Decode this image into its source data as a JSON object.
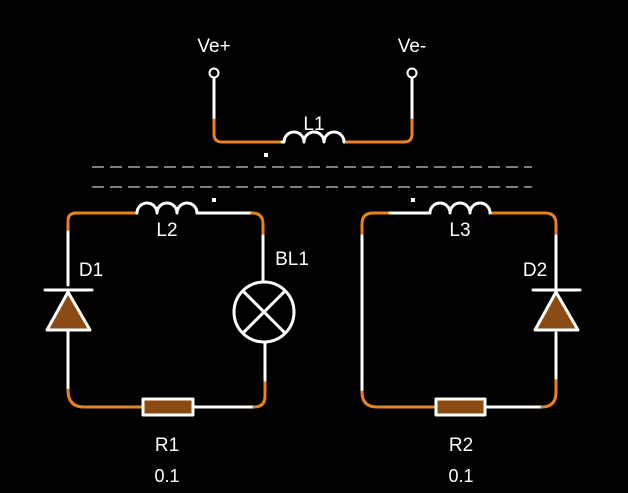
{
  "terminals": {
    "positive": "Ve+",
    "negative": "Ve-"
  },
  "components": {
    "l1": "L1",
    "l2": "L2",
    "l3": "L3",
    "d1": "D1",
    "d2": "D2",
    "bl1": "BL1",
    "r1": {
      "name": "R1",
      "value": "0.1"
    },
    "r2": {
      "name": "R2",
      "value": "0.1"
    }
  },
  "colors": {
    "background": "#000000",
    "wire": "#ffffff",
    "wire_active": "#e8821e",
    "component_fill": "#8b4a14",
    "core_lines": "#c8c8c8"
  }
}
